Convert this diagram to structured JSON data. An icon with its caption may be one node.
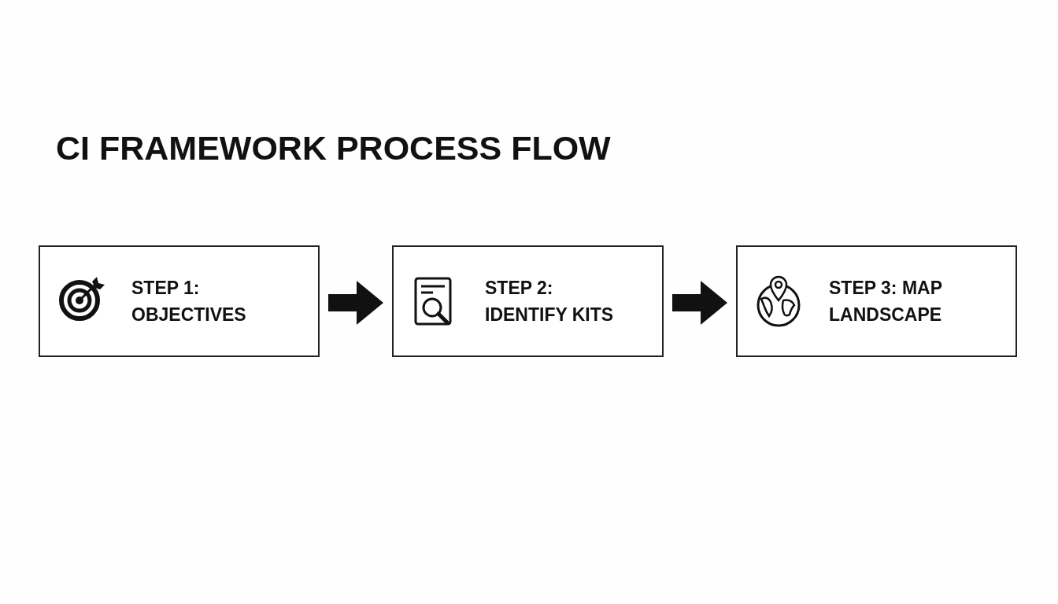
{
  "diagram": {
    "title": "CI FRAMEWORK PROCESS FLOW",
    "nodes": [
      {
        "text": [
          "STEP 1: OBJECTIVES"
        ]
      },
      {
        "text": [
          "STEP 2: IDENTIFY KITS"
        ]
      },
      {
        "text": [
          "STEP 3: MAP LANDSCAPE"
        ]
      }
    ],
    "edges": [
      {
        "from": 0,
        "to": 1,
        "arrow": "to"
      },
      {
        "from": 1,
        "to": 2,
        "arrow": "to"
      }
    ]
  }
}
